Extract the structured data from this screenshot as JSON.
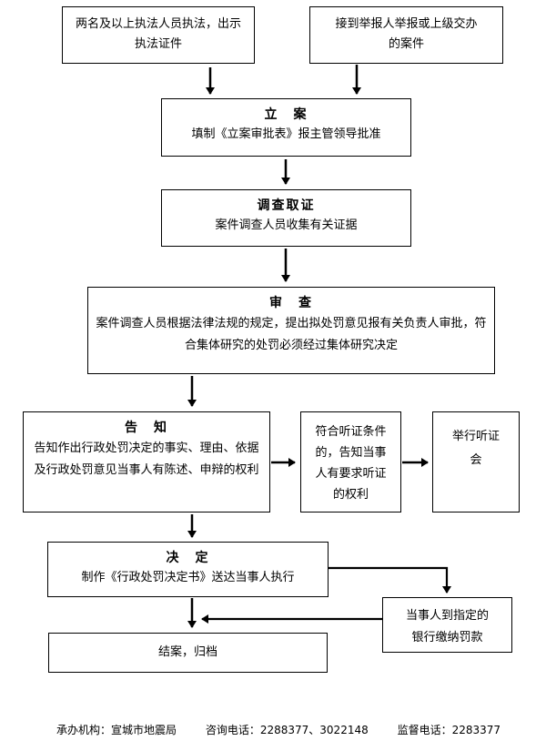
{
  "nodes": {
    "enforcement": {
      "body": "两名及以上执法人员执法，出示执法证件"
    },
    "report": {
      "body": "接到举报人举报或上级交办的案件"
    },
    "filing": {
      "title": "立　案",
      "body": "填制《立案审批表》报主管领导批准"
    },
    "investigation": {
      "title": "调查取证",
      "body": "案件调查人员收集有关证据"
    },
    "review": {
      "title": "审　查",
      "body": "案件调查人员根据法律法规的规定，提出拟处罚意见报有关负责人审批，符合集体研究的处罚必须经过集体研究决定"
    },
    "notice": {
      "title": "告　知",
      "body": "告知作出行政处罚决定的事实、理由、依据及行政处罚意见当事人有陈述、申辩的权利"
    },
    "hearing_condition": {
      "body": "符合听证条件的，告知当事人有要求听证的权利"
    },
    "hearing": {
      "body": "举行听证会"
    },
    "decision": {
      "title": "决　定",
      "body": "制作《行政处罚决定书》送达当事人执行"
    },
    "payment": {
      "body": "当事人到指定的银行缴纳罚款"
    },
    "closing": {
      "body": "结案，归档"
    }
  },
  "footer": {
    "agency": "承办机构：宣城市地震局",
    "consult_phone": "咨询电话：2288377、3022148",
    "supervise_phone": "监督电话：2283377"
  }
}
